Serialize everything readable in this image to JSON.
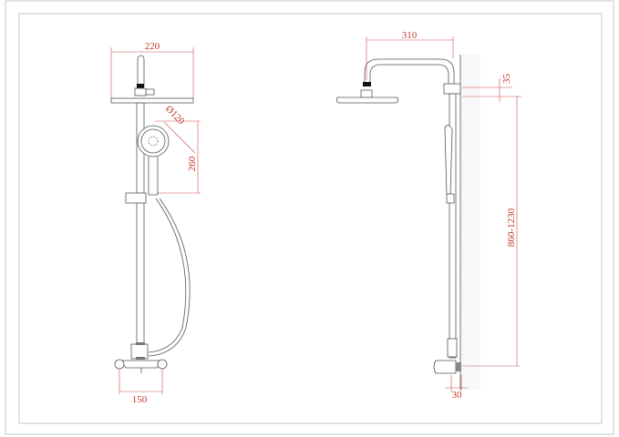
{
  "drawing": {
    "front_view": {
      "dimensions": {
        "head_width": "220",
        "hand_shower_diameter": "Ø120",
        "hand_shower_height": "260",
        "valve_spacing": "150"
      }
    },
    "side_view": {
      "dimensions": {
        "arm_reach": "310",
        "bracket_offset": "35",
        "height_range": "860-1230",
        "wall_offset": "30"
      }
    }
  },
  "colors": {
    "line": "#555555",
    "dimension": "#c0392b",
    "frame": "#bbbbbb"
  }
}
